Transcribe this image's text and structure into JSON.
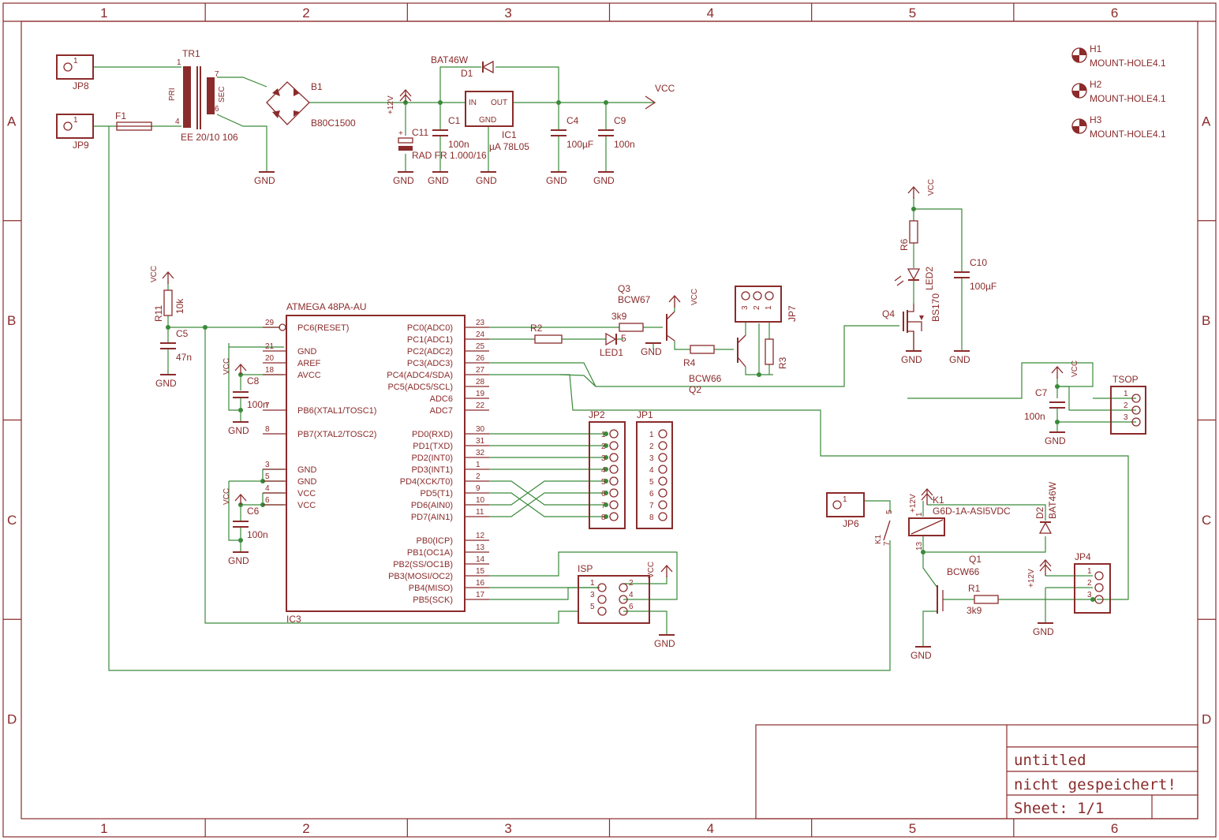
{
  "frame": {
    "columns": [
      "1",
      "2",
      "3",
      "4",
      "5",
      "6"
    ],
    "rows": [
      "A",
      "B",
      "C",
      "D"
    ]
  },
  "title_block": {
    "title": "untitled",
    "status": "nicht gespeichert!",
    "sheet": "Sheet: 1/1"
  },
  "labels": {
    "jp8": "JP8",
    "jp9": "JP9",
    "tr1": "TR1",
    "tr1_value": "EE 20/10 106",
    "pri": "PRI",
    "sec": "SEC",
    "f1": "F1",
    "b1": "B1",
    "b1_value": "B80C1500",
    "d1": "D1",
    "d1_value": "BAT46W",
    "c11": "C11",
    "c11_value": "RAD FR 1.000/16",
    "c1": "C1",
    "c1_value": "100n",
    "ic1": "IC1",
    "ic1_value": "µA 78L05",
    "ic1_in": "IN",
    "ic1_out": "OUT",
    "ic1_gnd": "GND",
    "c4": "C4",
    "c4_value": "100µF",
    "c9": "C9",
    "c9_value": "100n",
    "vcc": "VCC",
    "gnd": "GND",
    "p12v": "+12V",
    "h1": "H1",
    "h2": "H2",
    "h3": "H3",
    "mount_hole": "MOUNT-HOLE4.1",
    "r6": "R6",
    "led2": "LED2",
    "c10": "C10",
    "c10_value": "100µF",
    "q4": "Q4",
    "q4_value": "BS170",
    "r11": "R11",
    "r11_value": "10k",
    "c5": "C5",
    "c5_value": "47n",
    "ic3_value": "ATMEGA 48PA-AU",
    "ic3": "IC3",
    "c8": "C8",
    "c8_value": "100n",
    "c6": "C6",
    "c6_value": "100n",
    "q3": "Q3",
    "q3_value": "BCW67",
    "r2": "R2",
    "r5_value": "3k9",
    "r5": "5",
    "led1": "LED1",
    "r4": "R4",
    "q2_value": "BCW66",
    "q2": "Q2",
    "r3": "R3",
    "jp7": "JP7",
    "jp2": "JP2",
    "jp1": "JP1",
    "isp": "ISP",
    "tsop": "TSOP",
    "c7": "C7",
    "c7_value": "100n",
    "jp6": "JP6",
    "k1": "K1",
    "k1_value": "G6D-1A-ASI5VDC",
    "d2": "D2",
    "d2_value": "BAT46W",
    "q1": "Q1",
    "q1_value": "BCW66",
    "r1": "R1",
    "r1_value": "3k9",
    "jp4": "JP4"
  },
  "ic3_pins_left": [
    {
      "num": "29",
      "name": "PC6(RESET)"
    },
    {
      "num": "21",
      "name": "GND"
    },
    {
      "num": "20",
      "name": "AREF"
    },
    {
      "num": "18",
      "name": "AVCC"
    },
    {
      "num": "7",
      "name": "PB6(XTAL1/TOSC1)"
    },
    {
      "num": "8",
      "name": "PB7(XTAL2/TOSC2)"
    },
    {
      "num": "3",
      "name": "GND"
    },
    {
      "num": "5",
      "name": "GND"
    },
    {
      "num": "4",
      "name": "VCC"
    },
    {
      "num": "6",
      "name": "VCC"
    }
  ],
  "ic3_pins_right": [
    {
      "num": "23",
      "name": "PC0(ADC0)"
    },
    {
      "num": "24",
      "name": "PC1(ADC1)"
    },
    {
      "num": "25",
      "name": "PC2(ADC2)"
    },
    {
      "num": "26",
      "name": "PC3(ADC3)"
    },
    {
      "num": "27",
      "name": "PC4(ADC4/SDA)"
    },
    {
      "num": "28",
      "name": "PC5(ADC5/SCL)"
    },
    {
      "num": "19",
      "name": "ADC6"
    },
    {
      "num": "22",
      "name": "ADC7"
    },
    {
      "num": "30",
      "name": "PD0(RXD)"
    },
    {
      "num": "31",
      "name": "PD1(TXD)"
    },
    {
      "num": "32",
      "name": "PD2(INT0)"
    },
    {
      "num": "1",
      "name": "PD3(INT1)"
    },
    {
      "num": "2",
      "name": "PD4(XCK/T0)"
    },
    {
      "num": "9",
      "name": "PD5(T1)"
    },
    {
      "num": "10",
      "name": "PD6(AIN0)"
    },
    {
      "num": "11",
      "name": "PD7(AIN1)"
    },
    {
      "num": "12",
      "name": "PB0(ICP)"
    },
    {
      "num": "13",
      "name": "PB1(OC1A)"
    },
    {
      "num": "14",
      "name": "PB2(SS/OC1B)"
    },
    {
      "num": "15",
      "name": "PB3(MOSI/OC2)"
    },
    {
      "num": "16",
      "name": "PB4(MISO)"
    },
    {
      "num": "17",
      "name": "PB5(SCK)"
    }
  ],
  "header_pins_8": [
    "1",
    "2",
    "3",
    "4",
    "5",
    "6",
    "7",
    "8"
  ],
  "pin_numbers": {
    "p1": "1",
    "p2": "2",
    "p3": "3",
    "p4": "4",
    "p5": "5",
    "p6": "6",
    "p7": "7",
    "p13": "13"
  },
  "colors": {
    "component": "#8b2b2b",
    "net": "#3a8a3a",
    "background": "#ffffff"
  }
}
